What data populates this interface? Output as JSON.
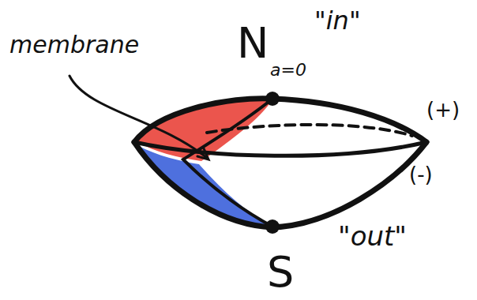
{
  "diagram": {
    "labels": [
      "membrane",
      "N",
      "a=0",
      "\"in\"",
      "(+)",
      "(-)",
      "S",
      "\"out\""
    ]
  }
}
